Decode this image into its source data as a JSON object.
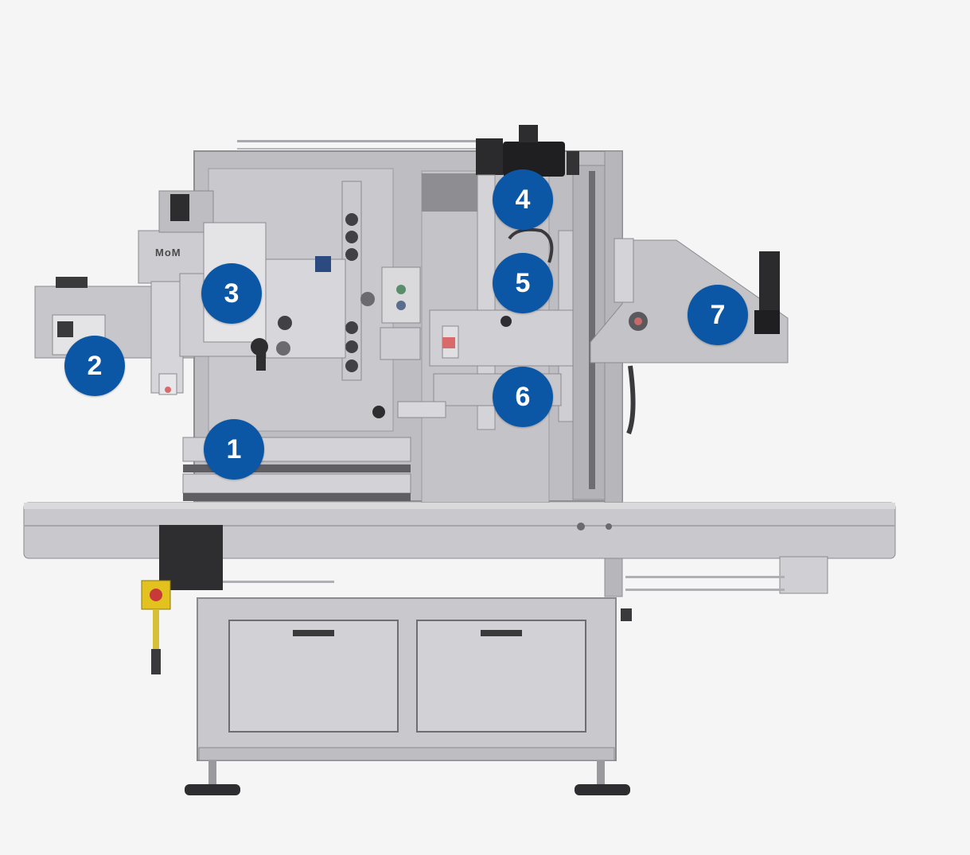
{
  "diagram": {
    "machine_brand": "MoM",
    "accent_color": "#0b57a6",
    "callouts": [
      {
        "label": "1"
      },
      {
        "label": "2"
      },
      {
        "label": "3"
      },
      {
        "label": "4"
      },
      {
        "label": "5"
      },
      {
        "label": "6"
      },
      {
        "label": "7"
      }
    ]
  }
}
